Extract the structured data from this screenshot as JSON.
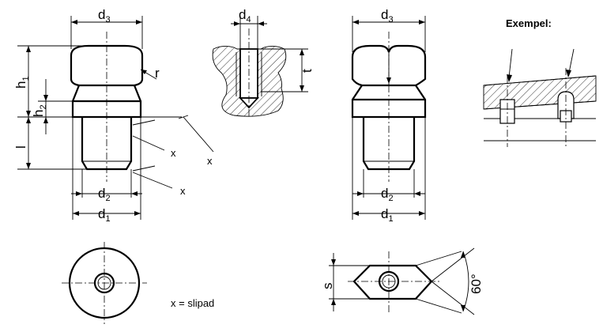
{
  "labels": {
    "d1": "d",
    "d1_sub": "1",
    "d2": "d",
    "d2_sub": "2",
    "d3": "d",
    "d3_sub": "3",
    "d4": "d",
    "d4_sub": "4",
    "h1": "h",
    "h1_sub": "1",
    "h2": "h",
    "h2_sub": "2",
    "l": "l",
    "t": "t",
    "r": "r",
    "s": "s",
    "x": "x",
    "angle": "60°"
  },
  "example_title": "Exempel:",
  "legend_note": "x = slipad"
}
